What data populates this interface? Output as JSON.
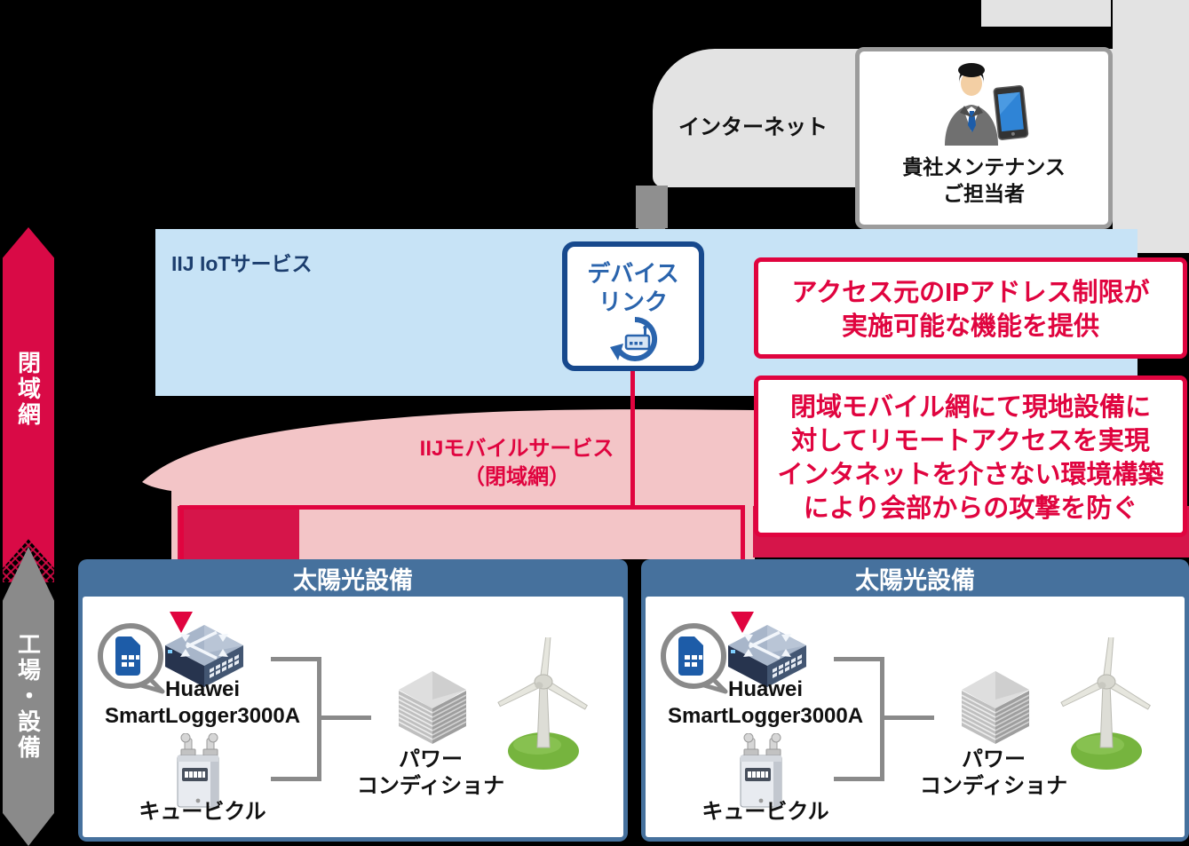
{
  "colors": {
    "accent_red": "#e0043f",
    "crimson_band": "#d6154a",
    "pink_zone": "#f3c5c7",
    "light_blue_zone": "#c7e3f6",
    "steel_blue": "#46719d",
    "navy_text": "#1c3e6e",
    "device_link_blue": "#2a64ad",
    "ribbon_red": "#d90a46",
    "ribbon_gray": "#8a8a8a",
    "cloud_gray": "#e3e3e3"
  },
  "internet": {
    "label": "インターネット"
  },
  "maintenance_card": {
    "line1": "貴社メンテナンス",
    "line2": "ご担当者",
    "icon": "business-person-with-tablet"
  },
  "iot_service": {
    "label": "IIJ IoTサービス"
  },
  "device_link": {
    "line1": "デバイス",
    "line2": "リンク",
    "icon": "router-sync-arrow"
  },
  "callout_ip": {
    "lines": [
      "アクセス元のIPアドレス制限が",
      "実施可能な機能を提供"
    ]
  },
  "callout_closed": {
    "lines": [
      "閉域モバイル網にて現地設備に",
      "対してリモートアクセスを実現",
      "インタネットを介さない環境構築",
      "により会部からの攻撃を防ぐ"
    ]
  },
  "mobile_service": {
    "line1": "IIJモバイルサービス",
    "line2": "（閉域網）"
  },
  "ribbons": {
    "closed_network": "閉域網",
    "factory_equipment": "工場・設備"
  },
  "icons": {
    "sim": "sim-card-bubble",
    "gateway": "network-switch",
    "power_conditioner": "power-conditioner-stack",
    "wind_turbine": "wind-turbine",
    "cubicle": "cubicle-meter"
  },
  "sites": [
    {
      "title": "太陽光設備",
      "logger_line1": "Huawei",
      "logger_line2": "SmartLogger3000A",
      "cubicle_label": "キュービクル",
      "pcs_line1": "パワー",
      "pcs_line2": "コンディショナ"
    },
    {
      "title": "太陽光設備",
      "logger_line1": "Huawei",
      "logger_line2": "SmartLogger3000A",
      "cubicle_label": "キュービクル",
      "pcs_line1": "パワー",
      "pcs_line2": "コンディショナ"
    }
  ]
}
